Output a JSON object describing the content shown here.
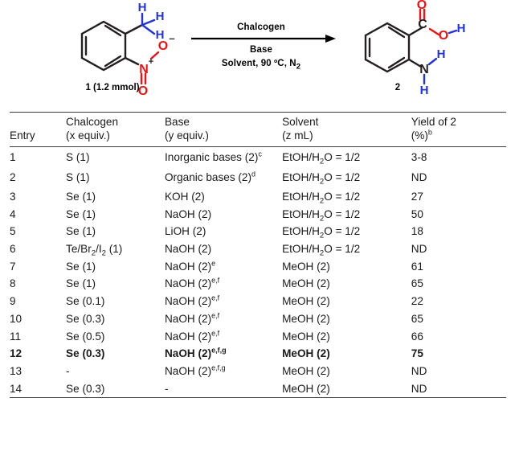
{
  "scheme": {
    "reactant": {
      "name": "2-nitrotoluene",
      "label": "1 (1.2 mmol)",
      "methyl_atoms": [
        "H",
        "H",
        "H"
      ],
      "nitro_n": "N",
      "nitro_n_charge": "+",
      "nitro_o_single": "O",
      "nitro_o_charge": "–",
      "nitro_o_double": "O"
    },
    "conditions": {
      "top": "Chalcogen",
      "middle": "Base",
      "bottom_prefix": "Solvent, 90 ºC, N",
      "bottom_sub": "2"
    },
    "product": {
      "name": "anthranilic acid",
      "label": "2",
      "carboxyl_c": "C",
      "carboxyl_o_double": "O",
      "carboxyl_o_single": "O",
      "carboxyl_h": "H",
      "amine_n": "N",
      "amine_h1": "H",
      "amine_h2": "H"
    },
    "colors": {
      "bond_black": "#231f20",
      "blue": "#2233dd",
      "red": "#ee1111"
    }
  },
  "table": {
    "headers": [
      {
        "line1": "Entry",
        "line2": ""
      },
      {
        "line1": "Chalcogen",
        "line2": "(x equiv.)"
      },
      {
        "line1": "Base",
        "line2": "(y equiv.)"
      },
      {
        "line1": "Solvent",
        "line2": "(z mL)"
      },
      {
        "line1": "Yield of 2",
        "line2": "(%)",
        "line2_sup": "b"
      }
    ],
    "rows": [
      {
        "entry": "1",
        "chalcogen": "S (1)",
        "base": "Inorganic bases (2)",
        "base_sup": "c",
        "solvent": "EtOH/H2O = 1/2",
        "yield": "3-8",
        "bold": false,
        "tall": true
      },
      {
        "entry": "2",
        "chalcogen": "S (1)",
        "base": "Organic bases (2)",
        "base_sup": "d",
        "solvent": "EtOH/H2O = 1/2",
        "yield": "ND",
        "bold": false,
        "tall": true
      },
      {
        "entry": "3",
        "chalcogen": "Se (1)",
        "base": "KOH (2)",
        "base_sup": "",
        "solvent": "EtOH/H2O = 1/2",
        "yield": "27",
        "bold": false,
        "tall": false
      },
      {
        "entry": "4",
        "chalcogen": "Se (1)",
        "base": "NaOH (2)",
        "base_sup": "",
        "solvent": "EtOH/H2O = 1/2",
        "yield": "50",
        "bold": false,
        "tall": false
      },
      {
        "entry": "5",
        "chalcogen": "Se (1)",
        "base": "LiOH (2)",
        "base_sup": "",
        "solvent": "EtOH/H2O = 1/2",
        "yield": "18",
        "bold": false,
        "tall": false
      },
      {
        "entry": "6",
        "chalcogen": "Te/Br2/I2 (1)",
        "base": "NaOH (2)",
        "base_sup": "",
        "solvent": "EtOH/H2O = 1/2",
        "yield": "ND",
        "bold": false,
        "tall": false
      },
      {
        "entry": "7",
        "chalcogen": "Se (1)",
        "base": "NaOH (2)",
        "base_sup": "e",
        "solvent": "MeOH (2)",
        "yield": "61",
        "bold": false,
        "tall": false
      },
      {
        "entry": "8",
        "chalcogen": "Se (1)",
        "base": "NaOH (2)",
        "base_sup": "e,f",
        "solvent": "MeOH (2)",
        "yield": "65",
        "bold": false,
        "tall": false
      },
      {
        "entry": "9",
        "chalcogen": "Se (0.1)",
        "base": "NaOH (2)",
        "base_sup": "e,f",
        "solvent": "MeOH (2)",
        "yield": "22",
        "bold": false,
        "tall": false
      },
      {
        "entry": "10",
        "chalcogen": "Se (0.3)",
        "base": "NaOH (2)",
        "base_sup": "e,f",
        "solvent": "MeOH (2)",
        "yield": "65",
        "bold": false,
        "tall": false
      },
      {
        "entry": "11",
        "chalcogen": "Se (0.5)",
        "base": "NaOH (2)",
        "base_sup": "e,f",
        "solvent": "MeOH (2)",
        "yield": "66",
        "bold": false,
        "tall": false
      },
      {
        "entry": "12",
        "chalcogen": "Se (0.3)",
        "base": "NaOH (2)",
        "base_sup": "e,f,g",
        "solvent": "MeOH (2)",
        "yield": "75",
        "bold": true,
        "tall": false
      },
      {
        "entry": "13",
        "chalcogen": "-",
        "base": "NaOH (2)",
        "base_sup": "e,f,g",
        "solvent": "MeOH (2)",
        "yield": "ND",
        "bold": false,
        "tall": false
      },
      {
        "entry": "14",
        "chalcogen": "Se (0.3)",
        "base": "-",
        "base_sup": "",
        "solvent": "MeOH (2)",
        "yield": "ND",
        "bold": false,
        "tall": false
      }
    ]
  }
}
